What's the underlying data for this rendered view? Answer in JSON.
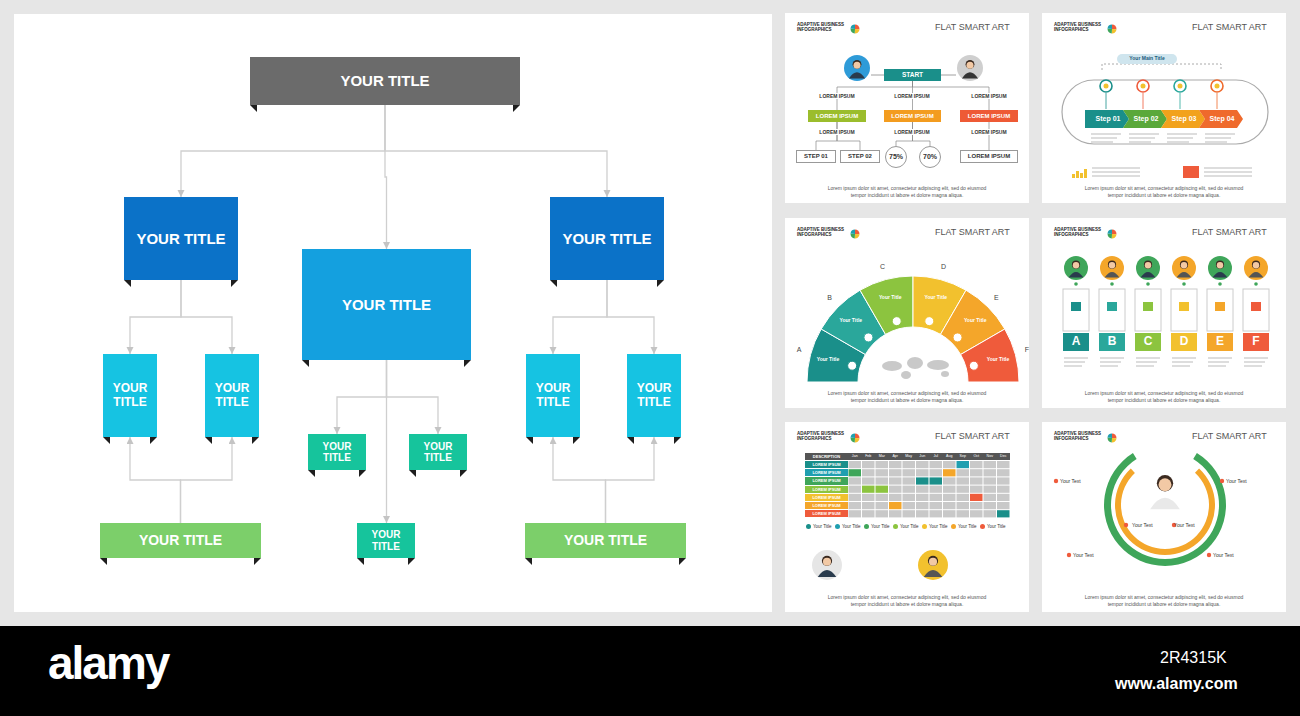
{
  "diagram": {
    "nodes": [
      {
        "text": [
          "YOUR TITLE"
        ]
      },
      {
        "text": [
          "YOUR TITLE"
        ]
      },
      {
        "text": [
          "YOUR TITLE"
        ]
      },
      {
        "text": [
          "YOUR TITLE"
        ]
      },
      {
        "text": [
          "YOUR TITLE"
        ]
      },
      {
        "text": [
          "YOUR TITLE"
        ]
      },
      {
        "text": [
          "YOUR TITLE"
        ]
      },
      {
        "text": [
          "YOUR TITLE"
        ]
      },
      {
        "text": [
          "YOUR TITLE"
        ]
      },
      {
        "text": [
          "YOUR TITLE"
        ]
      },
      {
        "text": [
          "YOUR TITLE"
        ]
      },
      {
        "text": [
          "YOUR TITLE"
        ]
      },
      {
        "text": [
          "YOUR TITLE"
        ]
      },
      {
        "text": [
          "START"
        ]
      },
      {
        "text": [
          "LOREM IPSUM"
        ]
      },
      {
        "text": [
          "LOREM IPSUM"
        ]
      },
      {
        "text": [
          "LOREM IPSUM"
        ]
      },
      {
        "text": [
          "STEP 01"
        ]
      },
      {
        "text": [
          "STEP 02"
        ]
      },
      {
        "text": [
          "75%"
        ]
      },
      {
        "text": [
          "70%"
        ]
      },
      {
        "text": [
          "LOREM IPSUM"
        ]
      },
      {
        "text": [
          "Your Main Title"
        ]
      },
      {
        "text": [
          "Step 01"
        ]
      },
      {
        "text": [
          "Step 02"
        ]
      },
      {
        "text": [
          "Step 03"
        ]
      },
      {
        "text": [
          "Step 04"
        ]
      },
      {
        "text": [
          "A"
        ]
      },
      {
        "text": [
          "B"
        ]
      },
      {
        "text": [
          "C"
        ]
      },
      {
        "text": [
          "D"
        ]
      },
      {
        "text": [
          "E"
        ]
      },
      {
        "text": [
          "F"
        ]
      }
    ],
    "edges": [
      {
        "from": 0,
        "to": 1,
        "arrow": "to"
      },
      {
        "from": 0,
        "to": 2,
        "arrow": "to"
      },
      {
        "from": 0,
        "to": 3,
        "arrow": "to"
      },
      {
        "from": 1,
        "to": 4,
        "arrow": "to"
      },
      {
        "from": 1,
        "to": 5,
        "arrow": "to"
      },
      {
        "from": 2,
        "to": 6,
        "arrow": "to"
      },
      {
        "from": 2,
        "to": 7,
        "arrow": "to"
      },
      {
        "from": 2,
        "to": 11,
        "arrow": "to"
      },
      {
        "from": 3,
        "to": 8,
        "arrow": "to"
      },
      {
        "from": 3,
        "to": 9,
        "arrow": "to"
      },
      {
        "from": 10,
        "to": 4,
        "arrow": "to"
      },
      {
        "from": 10,
        "to": 5,
        "arrow": "to"
      },
      {
        "from": 12,
        "to": 8,
        "arrow": "to"
      },
      {
        "from": 12,
        "to": 9,
        "arrow": "to"
      },
      {
        "from": 13,
        "to": 14,
        "arrow": "none"
      },
      {
        "from": 13,
        "to": 15,
        "arrow": "none"
      },
      {
        "from": 13,
        "to": 16,
        "arrow": "none"
      },
      {
        "from": 14,
        "to": 17,
        "arrow": "none"
      },
      {
        "from": 14,
        "to": 18,
        "arrow": "none"
      },
      {
        "from": 15,
        "to": 19,
        "arrow": "none"
      },
      {
        "from": 15,
        "to": 20,
        "arrow": "none"
      },
      {
        "from": 16,
        "to": 21,
        "arrow": "none"
      }
    ],
    "labels": [
      "ADAPTIVE BUSINESS INFOGRAPHICS",
      "FLAT SMART ART",
      "Lorem ipsum dolor sit amet, consectetur adipiscing elit, sed do eiusmod tempor incididunt ut labore et dolore magna aliqua.",
      "ADAPTIVE BUSINESS INFOGRAPHICS",
      "FLAT SMART ART",
      "Lorem ipsum dolor sit amet, consectetur adipiscing elit, sed do eiusmod tempor incididunt ut labore et dolore magna aliqua.",
      "ADAPTIVE BUSINESS INFOGRAPHICS",
      "FLAT SMART ART",
      "Lorem ipsum dolor sit amet, consectetur adipiscing elit, sed do eiusmod tempor incididunt ut labore et dolore magna aliqua.",
      "ADAPTIVE BUSINESS INFOGRAPHICS",
      "FLAT SMART ART",
      "Lorem ipsum dolor sit amet, consectetur adipiscing elit, sed do eiusmod tempor incididunt ut labore et dolore magna aliqua.",
      "ADAPTIVE BUSINESS INFOGRAPHICS",
      "FLAT SMART ART",
      "Lorem ipsum dolor sit amet, consectetur adipiscing elit, sed do eiusmod tempor incididunt ut labore et dolore magna aliqua.",
      "ADAPTIVE BUSINESS INFOGRAPHICS",
      "FLAT SMART ART",
      "Lorem ipsum dolor sit amet, consectetur adipiscing elit, sed do eiusmod tempor incididunt ut labore et dolore magna aliqua.",
      "LOREM IPSUM",
      "LOREM IPSUM",
      "LOREM IPSUM",
      "LOREM IPSUM",
      "LOREM IPSUM",
      "LOREM IPSUM",
      "A",
      "Your Title",
      "B",
      "Your Title",
      "C",
      "Your Title",
      "D",
      "Your Title",
      "E",
      "Your Title",
      "F",
      "Your Title",
      "DESCRIPTION",
      "Jan",
      "Feb",
      "Mar",
      "Apr",
      "May",
      "Jun",
      "Jul",
      "Aug",
      "Sep",
      "Oct",
      "Nov",
      "Dec",
      "LOREM IPSUM",
      "LOREM IPSUM",
      "LOREM IPSUM",
      "LOREM IPSUM",
      "LOREM IPSUM",
      "LOREM IPSUM",
      "LOREM IPSUM",
      "Your Text",
      "Your Text",
      "Your Text",
      "Your Text",
      "Your Text",
      "Your Text",
      "alamy",
      "2R4315K",
      "www.alamy.com"
    ],
    "legend": [
      {
        "text": "Your Title",
        "color": "#1a8f8a"
      },
      {
        "text": "Your Title",
        "color": "#1f9fb0"
      },
      {
        "text": "Your Title",
        "color": "#3fa65a"
      },
      {
        "text": "Your Title",
        "color": "#8cc43f"
      },
      {
        "text": "Your Title",
        "color": "#f2c12e"
      },
      {
        "text": "Your Title",
        "color": "#f4a62a"
      },
      {
        "text": "Your Title",
        "color": "#ef5b3b"
      }
    ]
  }
}
